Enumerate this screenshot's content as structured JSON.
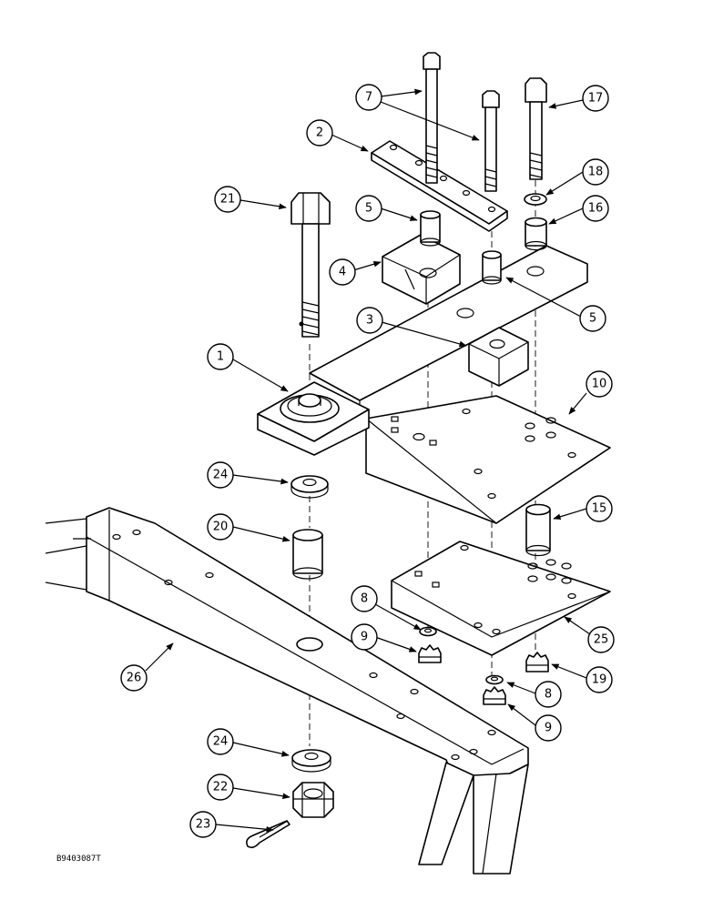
{
  "drawing_code": "B9403087T",
  "callouts": {
    "c1": "1",
    "c2": "2",
    "c3": "3",
    "c4": "4",
    "c5a": "5",
    "c5b": "5",
    "c7": "7",
    "c8a": "8",
    "c8b": "8",
    "c9a": "9",
    "c9b": "9",
    "c10": "10",
    "c15": "15",
    "c16": "16",
    "c17": "17",
    "c18": "18",
    "c19": "19",
    "c20": "20",
    "c21": "21",
    "c22": "22",
    "c23": "23",
    "c24a": "24",
    "c24b": "24",
    "c25": "25",
    "c26": "26"
  }
}
